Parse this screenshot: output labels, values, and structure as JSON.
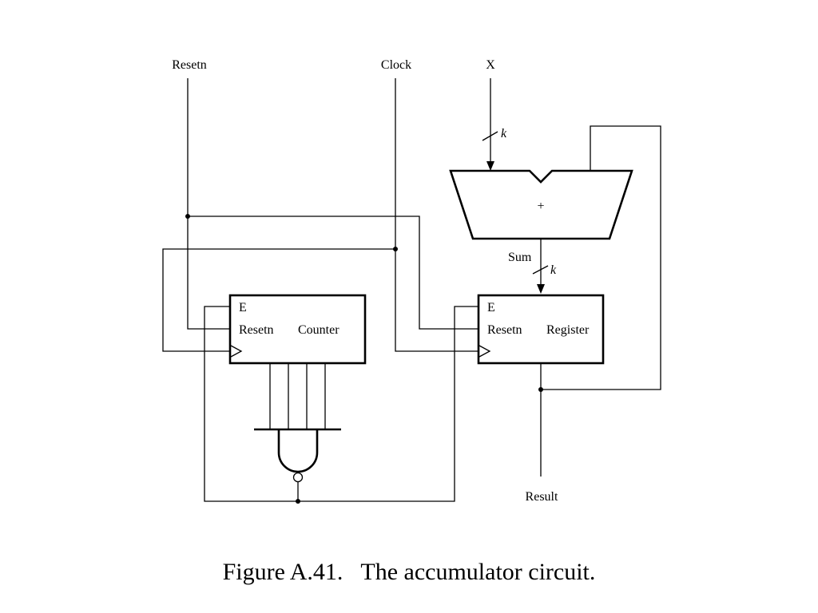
{
  "inputs": {
    "resetn": "Resetn",
    "clock": "Clock",
    "x": "X"
  },
  "bus_width": "k",
  "adder": {
    "symbol": "+",
    "output_label": "Sum"
  },
  "counter": {
    "enable": "E",
    "reset": "Resetn",
    "name": "Counter"
  },
  "register": {
    "enable": "E",
    "reset": "Resetn",
    "name": "Register"
  },
  "output": "Result",
  "caption": "Figure A.41.   The accumulator circuit."
}
